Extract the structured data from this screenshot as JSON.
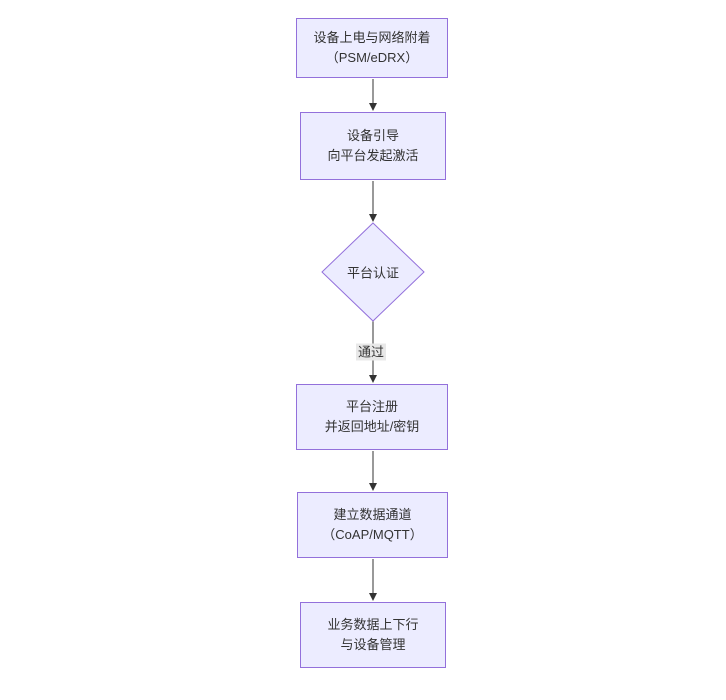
{
  "diagram": {
    "type": "flowchart",
    "direction": "top-down",
    "colors": {
      "background": "#ffffff",
      "node_fill": "#ECECFF",
      "node_border": "#9370DB",
      "text": "#333333",
      "edge": "#333333",
      "edge_label_bg": "#e8e8e8"
    },
    "nodes": [
      {
        "id": "power-attach",
        "shape": "rect",
        "line1": "设备上电与网络附着",
        "line2": "（PSM/eDRX）"
      },
      {
        "id": "bootstrap",
        "shape": "rect",
        "line1": "设备引导",
        "line2": "向平台发起激活"
      },
      {
        "id": "platform-auth",
        "shape": "diamond",
        "line1": "平台认证",
        "line2": ""
      },
      {
        "id": "register",
        "shape": "rect",
        "line1": "平台注册",
        "line2": "并返回地址/密钥"
      },
      {
        "id": "data-channel",
        "shape": "rect",
        "line1": "建立数据通道",
        "line2": "（CoAP/MQTT）"
      },
      {
        "id": "business-data",
        "shape": "rect",
        "line1": "业务数据上下行",
        "line2": "与设备管理"
      }
    ],
    "edges": [
      {
        "from": "power-attach",
        "to": "bootstrap",
        "label": ""
      },
      {
        "from": "bootstrap",
        "to": "platform-auth",
        "label": ""
      },
      {
        "from": "platform-auth",
        "to": "register",
        "label": "通过"
      },
      {
        "from": "register",
        "to": "data-channel",
        "label": ""
      },
      {
        "from": "data-channel",
        "to": "business-data",
        "label": ""
      }
    ]
  }
}
